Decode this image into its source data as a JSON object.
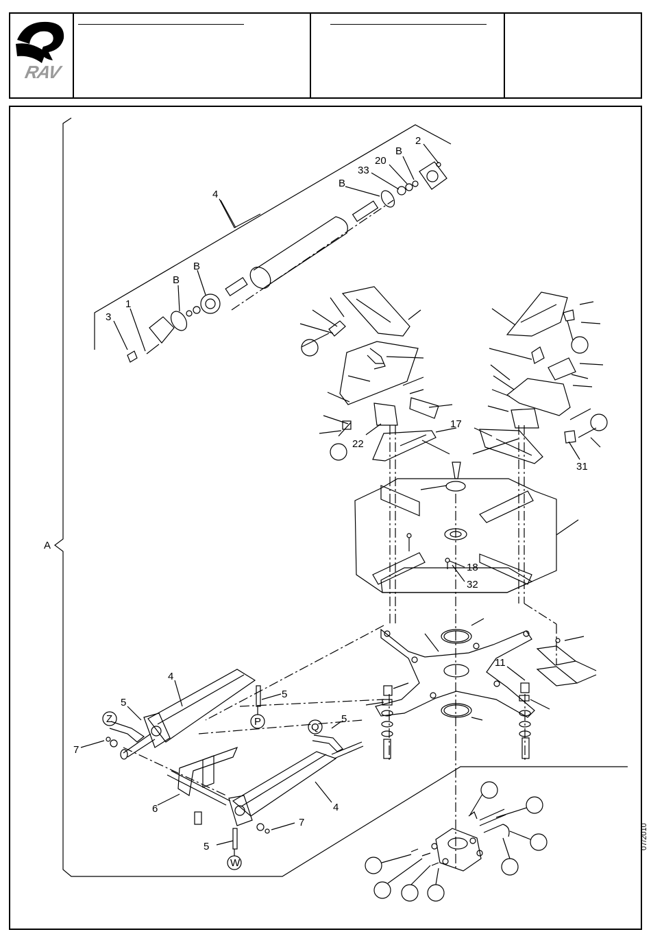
{
  "header": {
    "logo_text": "RAV",
    "cell_a_title": "",
    "cell_b_title": "",
    "cell_c_text": ""
  },
  "side_date": "07/2010",
  "labels": {
    "group_a": "A",
    "n1": "1",
    "n2": "2",
    "n3": "3",
    "n4_top": "4",
    "b1": "B",
    "b2": "B",
    "b3": "B",
    "b4": "B",
    "n20": "20",
    "n33": "33",
    "n17": "17",
    "n22": "22",
    "n31": "31",
    "n18": "18",
    "n32": "32",
    "n11": "11",
    "n4_left": "4",
    "n4_right": "4",
    "n5_a": "5",
    "n5_b": "5",
    "n5_c": "5",
    "n5_d": "5",
    "n6": "6",
    "n7_a": "7",
    "n7_b": "7",
    "z": "Z",
    "p": "P",
    "q": "Q",
    "w": "W"
  }
}
